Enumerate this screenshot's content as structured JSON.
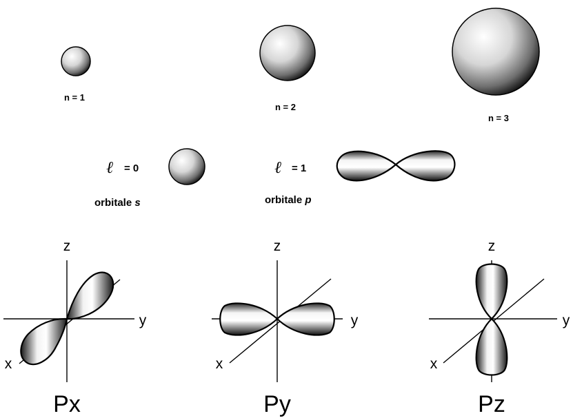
{
  "shells": [
    {
      "label": "n = 1"
    },
    {
      "label": "n = 2"
    },
    {
      "label": "n = 3"
    }
  ],
  "orbitals": {
    "s": {
      "symbol": "ℓ",
      "value": "= 0",
      "name": "orbitale ",
      "name_letter": "s"
    },
    "p": {
      "symbol": "ℓ",
      "value": "= 1",
      "name": "orbitale ",
      "name_letter": "p"
    }
  },
  "axes": {
    "x": "x",
    "y": "y",
    "z": "z"
  },
  "p_orbitals": [
    {
      "label": "Px"
    },
    {
      "label": "Py"
    },
    {
      "label": "Pz"
    }
  ],
  "colors": {
    "shade_light": "#ffffff",
    "shade_dark": "#000000",
    "outline": "#000000"
  }
}
